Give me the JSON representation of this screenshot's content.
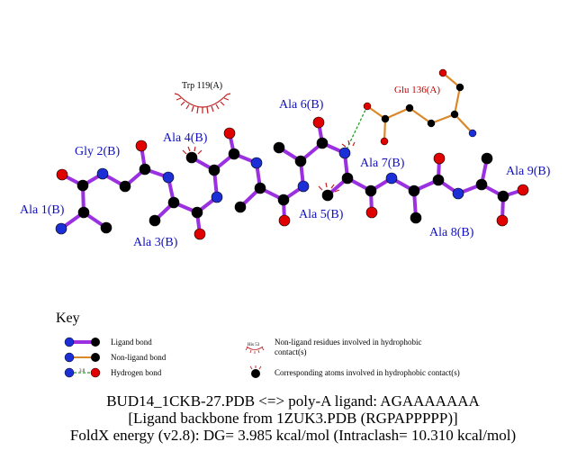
{
  "residue_labels": {
    "ala1": "Ala 1(B)",
    "gly2": "Gly 2(B)",
    "ala3": "Ala 3(B)",
    "ala4": "Ala 4(B)",
    "ala5": "Ala 5(B)",
    "ala6": "Ala 6(B)",
    "ala7": "Ala 7(B)",
    "ala8": "Ala 8(B)",
    "ala9": "Ala 9(B)",
    "trp119": "Trp 119(A)",
    "glu136": "Glu 136(A)"
  },
  "key": {
    "title": "Key",
    "ligand_bond": "Ligand bond",
    "nonligand_bond": "Non-ligand bond",
    "hydrogen_bond": "Hydrogen bond",
    "hbond_distance": "3.0",
    "hydrophobic_residue_line1": "Non-ligand residues involved in hydrophobic",
    "hydrophobic_residue_line2": "contact(s)",
    "hydrophobic_residue_example": "His 53",
    "hydrophobic_atom": "Corresponding atoms involved in hydrophobic contact(s)"
  },
  "caption": {
    "line1": "BUD14_1CKB-27.PDB <=> poly-A ligand: AGAAAAAAA",
    "line2": "[Ligand backbone from 1ZUK3.PDB (RGPAPPPPP)]",
    "line3": "FoldX energy (v2.8): DG= 3.985 kcal/mol (Intraclash= 10.310 kcal/mol)"
  },
  "colors": {
    "ligand_bond": "#9b30e0",
    "nonligand_bond": "#d9892a",
    "hydrogen_bond": "#2a9a2a",
    "carbon": "#000000",
    "nitrogen": "#1c2fd6",
    "oxygen": "#e00000",
    "hydrophobic": "#c02020",
    "residue_label": "#1010c0",
    "glu_label": "#c00000"
  }
}
